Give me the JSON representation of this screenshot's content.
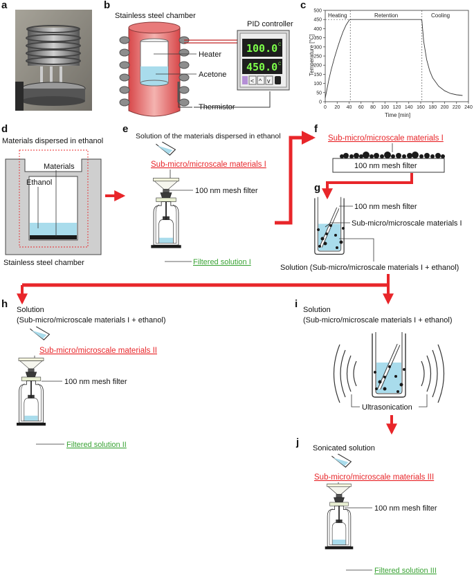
{
  "panel_labels": {
    "a": "a",
    "b": "b",
    "c": "c",
    "d": "d",
    "e": "e",
    "f": "f",
    "g": "g",
    "h": "h",
    "i": "i",
    "j": "j"
  },
  "panel_b": {
    "chamber": "Stainless steel chamber",
    "controller": "PID controller",
    "heater": "Heater",
    "acetone": "Acetone",
    "thermistor": "Thermistor",
    "display_top": "100.0",
    "display_bottom": "450.0",
    "unit": "C"
  },
  "chart_data": {
    "type": "line",
    "xlabel": "Time [min]",
    "ylabel": "Temperature [°C]",
    "xlim": [
      0,
      240
    ],
    "ylim": [
      0,
      500
    ],
    "xticks": [
      0,
      20,
      40,
      60,
      80,
      100,
      120,
      140,
      160,
      180,
      200,
      220,
      240
    ],
    "yticks": [
      0,
      50,
      100,
      150,
      200,
      250,
      300,
      350,
      400,
      450,
      500
    ],
    "phases": [
      "Heating",
      "Retention",
      "Cooling"
    ],
    "phase_boundaries": [
      42,
      162
    ],
    "reference_y": 450,
    "series": [
      {
        "x": [
          0,
          3,
          6,
          10,
          15,
          20,
          25,
          30,
          35,
          40,
          42,
          45,
          60,
          100,
          160,
          162,
          165,
          170,
          175,
          180,
          190,
          200,
          210,
          220,
          230
        ],
        "values": [
          20,
          70,
          120,
          175,
          235,
          290,
          340,
          385,
          420,
          446,
          450,
          450,
          450,
          450,
          450,
          445,
          330,
          230,
          170,
          130,
          85,
          60,
          45,
          38,
          34
        ]
      }
    ]
  },
  "panel_d": {
    "title": "Materials dispersed in ethanol",
    "materials": "Materials",
    "ethanol": "Ethanol",
    "chamber": "Stainless steel chamber"
  },
  "panel_e": {
    "solution": "Solution of the materials dispersed in ethanol",
    "materials": "Sub-micro/microscale materials I",
    "filter": "100 nm mesh filter",
    "filtrate": "Filtered solution I"
  },
  "panel_f": {
    "materials": "Sub-micro/microscale materials I",
    "filter": "100 nm mesh filter"
  },
  "panel_g": {
    "filter": "100 nm mesh filter",
    "materials": "Sub-micro/microscale materials I",
    "solution": "Solution (Sub-micro/microscale materials I + ethanol)"
  },
  "panel_h": {
    "solution_1": "Solution",
    "solution_2": "(Sub-micro/microscale materials I + ethanol)",
    "materials": "Sub-micro/microscale materials II",
    "filter": "100 nm mesh filter",
    "filtrate": "Filtered solution II"
  },
  "panel_i": {
    "solution_1": "Solution",
    "solution_2": "(Sub-micro/microscale materials I + ethanol)",
    "process": "Ultrasonication"
  },
  "panel_j": {
    "solution": "Sonicated solution",
    "materials": "Sub-micro/microscale materials III",
    "filter": "100 nm mesh filter",
    "filtrate": "Filtered solution III"
  },
  "colors": {
    "accent_red": "#e8262a",
    "filtrate_green": "#3aa335",
    "liquid": "#a9dcec",
    "chamber_red": "#d9494a"
  }
}
